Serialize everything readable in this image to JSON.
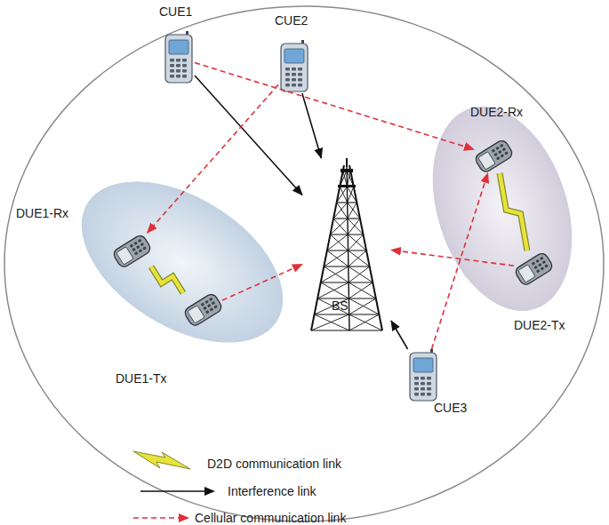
{
  "diagram": {
    "nodes": [
      {
        "text": [
          "CUE1"
        ]
      },
      {
        "text": [
          "CUE2"
        ]
      },
      {
        "text": [
          "DUE2-Rx"
        ]
      },
      {
        "text": [
          "DUE1-Rx"
        ]
      },
      {
        "text": [
          "DUE1-Tx"
        ]
      },
      {
        "text": [
          "DUE2-Tx"
        ]
      },
      {
        "text": [
          "BS"
        ]
      },
      {
        "text": [
          "CUE3"
        ]
      }
    ],
    "edges": [
      {
        "from": 0,
        "to": 6,
        "arrow": "to"
      },
      {
        "from": 1,
        "to": 6,
        "arrow": "to"
      },
      {
        "from": 7,
        "to": 6,
        "arrow": "to"
      },
      {
        "from": 0,
        "to": 2,
        "arrow": "to"
      },
      {
        "from": 1,
        "to": 3,
        "arrow": "to"
      },
      {
        "from": 4,
        "to": 6,
        "arrow": "to"
      },
      {
        "from": 5,
        "to": 6,
        "arrow": "to"
      },
      {
        "from": 7,
        "to": 2,
        "arrow": "to"
      },
      {
        "from": 3,
        "to": 4,
        "arrow": "none"
      },
      {
        "from": 2,
        "to": 5,
        "arrow": "none"
      }
    ],
    "legend": [
      {
        "text": "D2D communication link"
      },
      {
        "text": "Interference link"
      },
      {
        "text": "Cellular communication link"
      }
    ]
  }
}
